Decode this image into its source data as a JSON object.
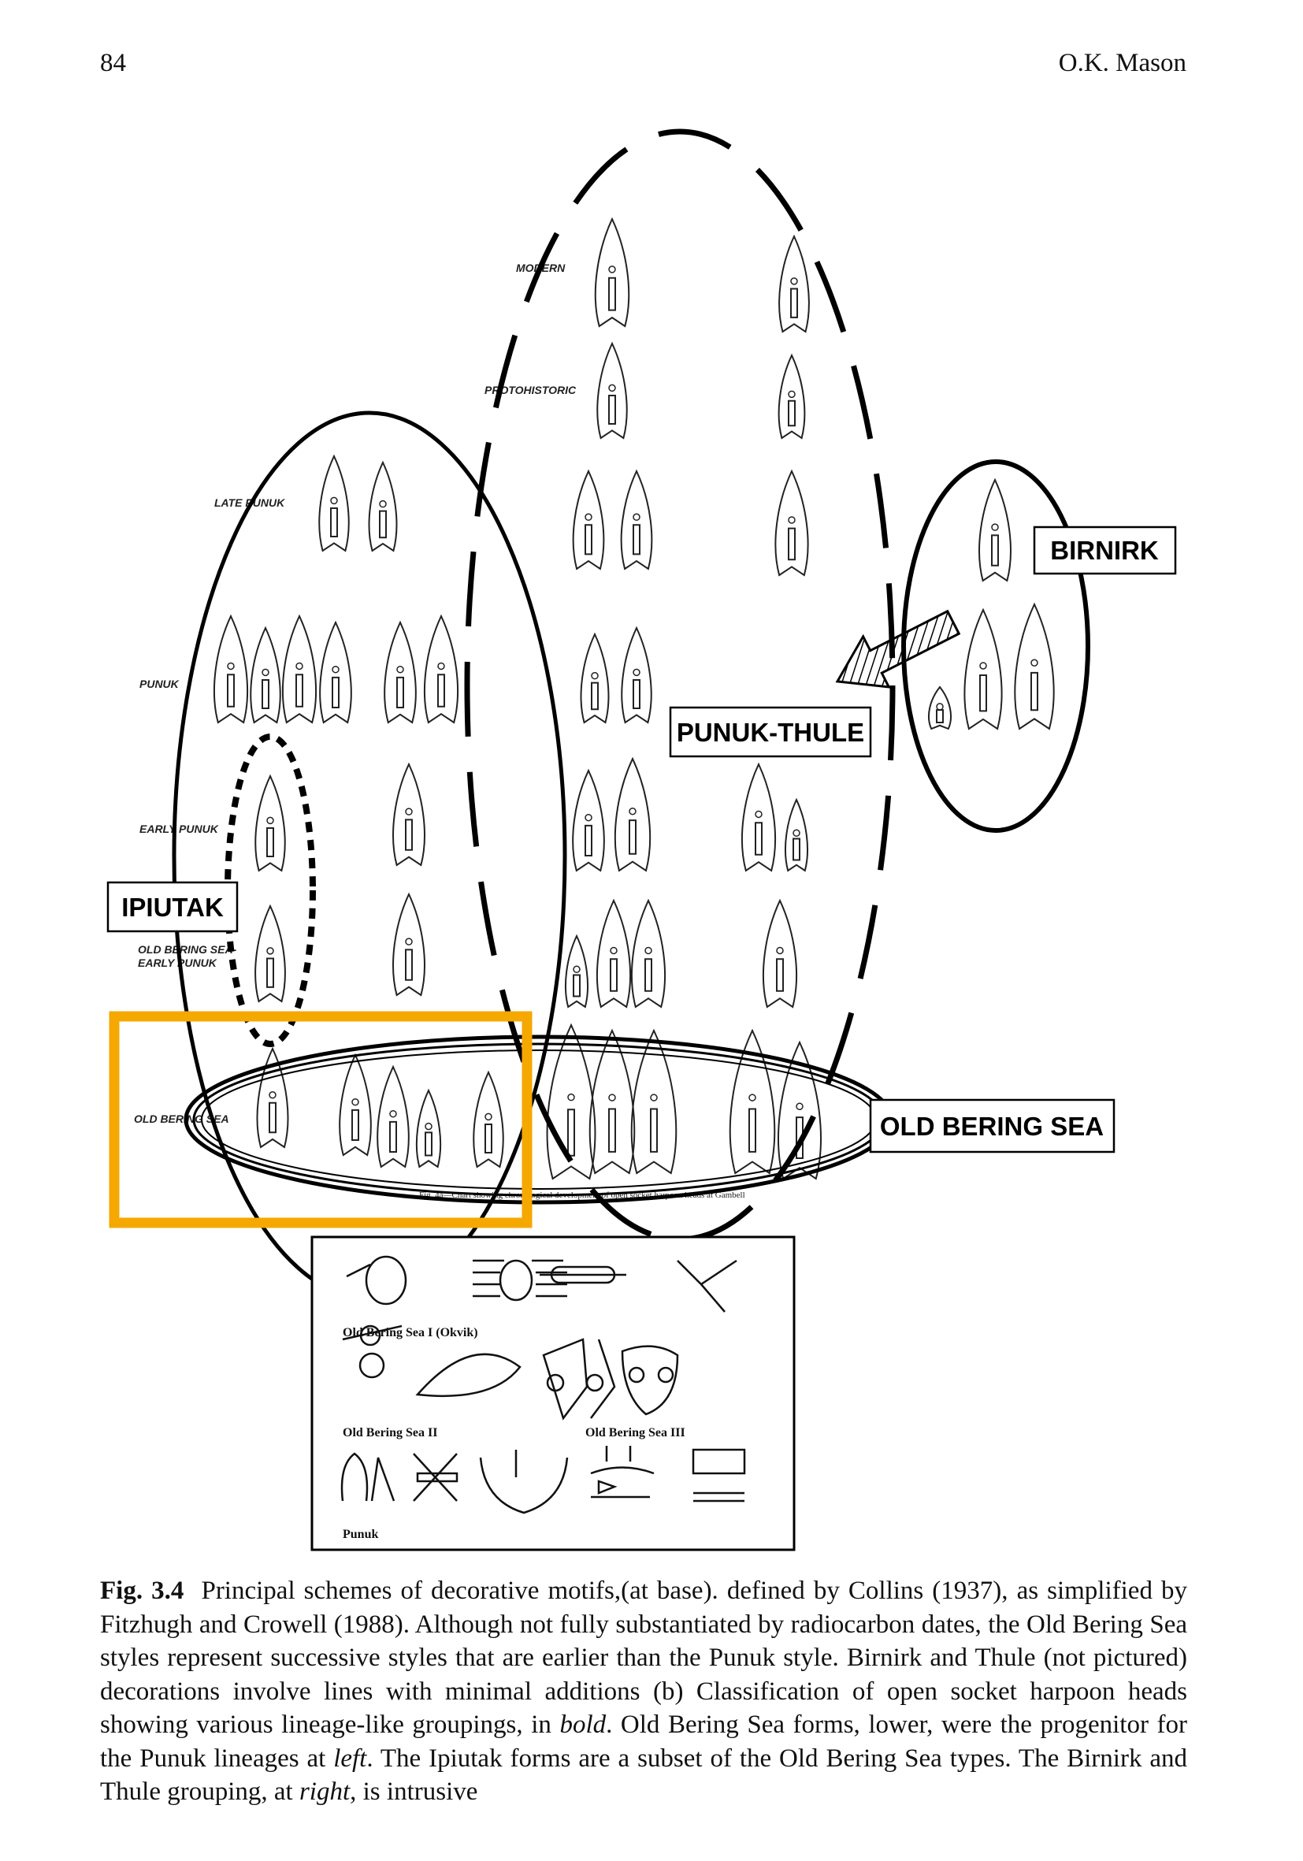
{
  "header": {
    "page_number": "84",
    "author": "O.K. Mason"
  },
  "figure": {
    "stage_labels": {
      "modern": "MODERN",
      "protohistoric": "PROTOHISTORIC",
      "late_punuk": "LATE PUNUK",
      "punuk": "PUNUK",
      "early_punuk": "EARLY PUNUK",
      "obs_early_punuk_1": "OLD BERING SEA-",
      "obs_early_punuk_2": "EARLY PUNUK",
      "old_bering_sea": "OLD BERING SEA"
    },
    "group_labels": {
      "birnirk": "BIRNIRK",
      "punuk_thule": "PUNUK-THULE",
      "ipiutak": "IPIUTAK",
      "old_bering_sea": "OLD BERING SEA"
    },
    "source_chart_caption": "Fig. 4a—Chart showing chronological development of open socket harpoon heads at Gambell",
    "inset_labels": {
      "obs1": "Old Bering Sea I (Okvik)",
      "obs2": "Old Bering Sea II",
      "obs3": "Old Bering Sea III",
      "punuk": "Punuk"
    },
    "colors": {
      "highlight_box": "#F5A800",
      "lines": "#000000"
    }
  },
  "caption": {
    "label": "Fig. 3.4",
    "seg1": "Principal schemes of decorative motifs,(at base). defined by Collins (1937), as simplified by Fitzhugh and Crowell (1988). Although not fully substantiated by radiocarbon dates, the Old Bering Sea styles represent successive styles that are earlier than the Punuk style. Birnirk and Thule (not pictured) decorations involve lines with minimal additions (b) Classification of open socket harpoon heads showing various lineage-like groupings, in ",
    "em1": "bold",
    "seg2": ". Old Bering Sea forms, lower, were the progenitor for the Punuk lineages at ",
    "em2": "left",
    "seg3": ". The Ipiutak forms are a subset of the Old Bering Sea types. The Birnirk and Thule grouping, at ",
    "em3": "right",
    "seg4": ", is intrusive"
  }
}
